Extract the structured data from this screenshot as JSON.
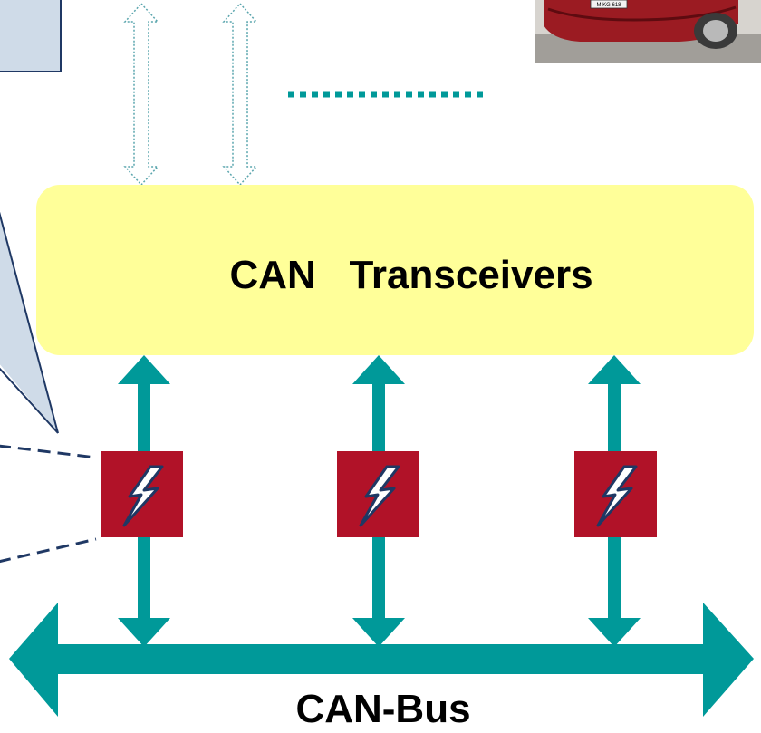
{
  "transceiver_label": "CAN   Transceivers",
  "bus_label": "CAN-Bus",
  "plate_text": "M:KG 618",
  "protector_icon": "lightning-bolt-icon",
  "colors": {
    "transceiver_fill": "#ffff99",
    "bus": "#009999",
    "protector": "#b11228",
    "callout_fill": "#cfdbe8",
    "callout_stroke": "#1f3864",
    "signal": "#5aa5ad"
  }
}
